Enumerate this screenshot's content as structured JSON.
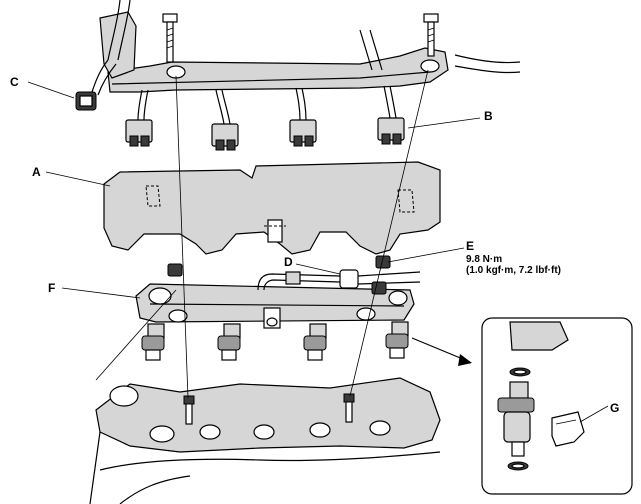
{
  "callouts": {
    "a": "A",
    "b": "B",
    "c": "C",
    "d": "D",
    "e": "E",
    "f": "F",
    "g": "G"
  },
  "torque": {
    "line1": "9.8 N·m",
    "line2": "(1.0 kgf·m, 7.2 lbf·ft)"
  }
}
